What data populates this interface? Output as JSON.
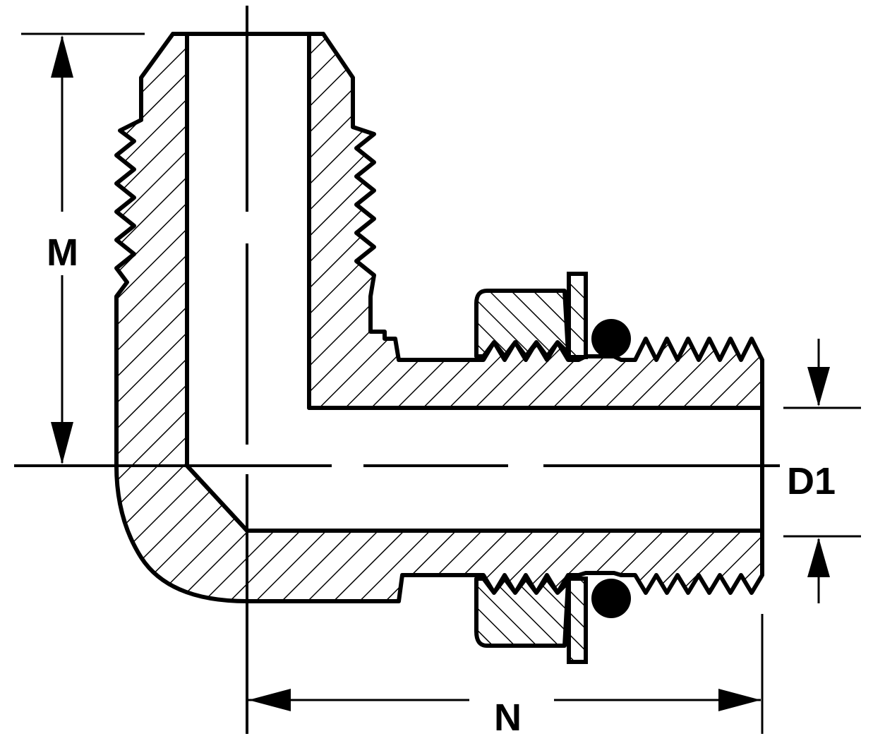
{
  "diagram": {
    "labels": {
      "m": "M",
      "n": "N",
      "d1": "D1"
    },
    "colors": {
      "ink": "#000000",
      "paper": "#ffffff"
    }
  }
}
